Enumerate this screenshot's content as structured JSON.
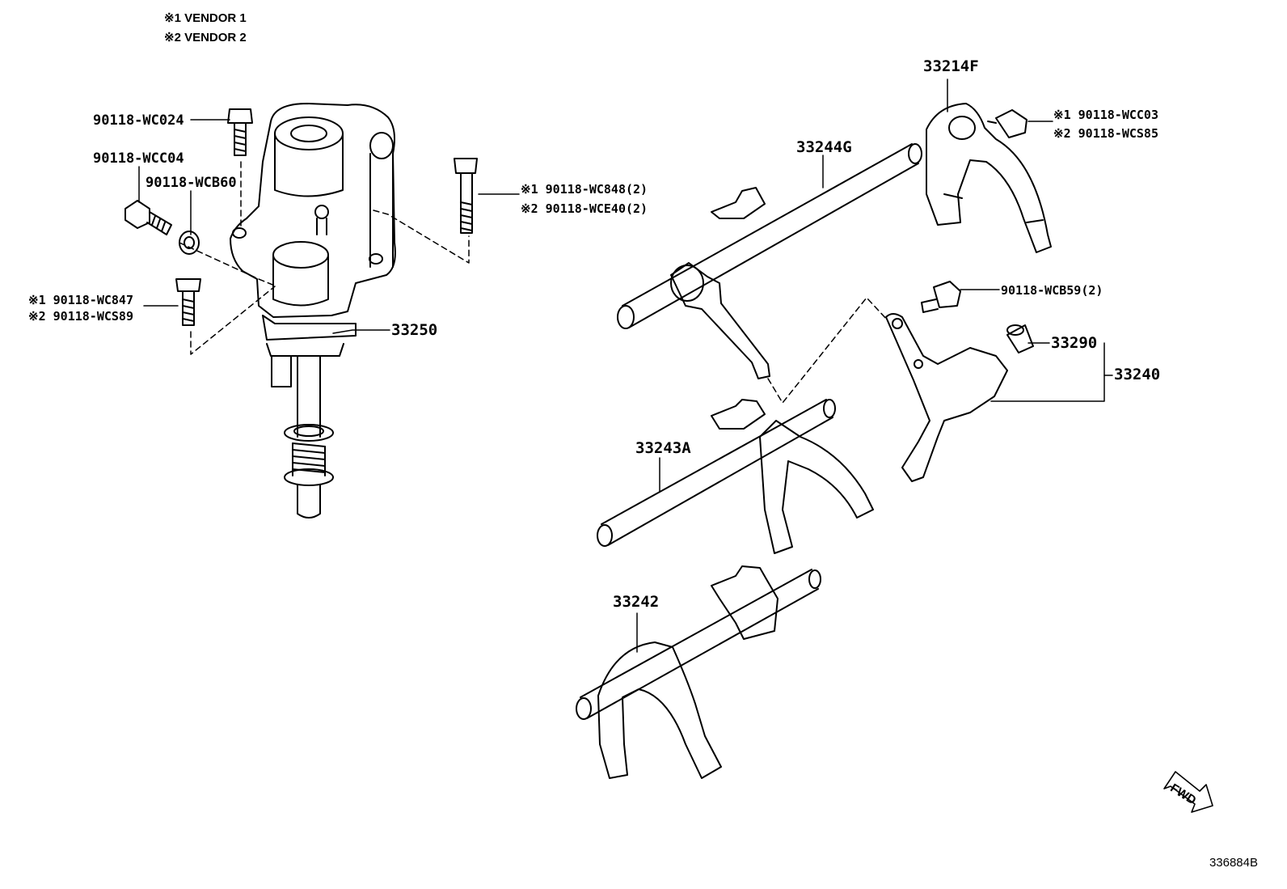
{
  "legend": {
    "vendor1": "※1 VENDOR 1",
    "vendor2": "※2 VENDOR 2"
  },
  "labels": {
    "wc024": "90118-WC024",
    "wcc04": "90118-WCC04",
    "wcb60": "90118-WCB60",
    "wc847": "※1 90118-WC847",
    "wcs89": "※2 90118-WCS89",
    "p33250": "33250",
    "wc848": "※1 90118-WC848(2)",
    "wce40": "※2 90118-WCE40(2)",
    "p33244g": "33244G",
    "p33214f": "33214F",
    "wcc03": "※1 90118-WCC03",
    "wcs85": "※2 90118-WCS85",
    "wcb59": "90118-WCB59(2)",
    "p33290": "33290",
    "p33240": "33240",
    "p33243a": "33243A",
    "p33242": "33242"
  },
  "fwd": "FWD",
  "illustration_code": "336884B"
}
